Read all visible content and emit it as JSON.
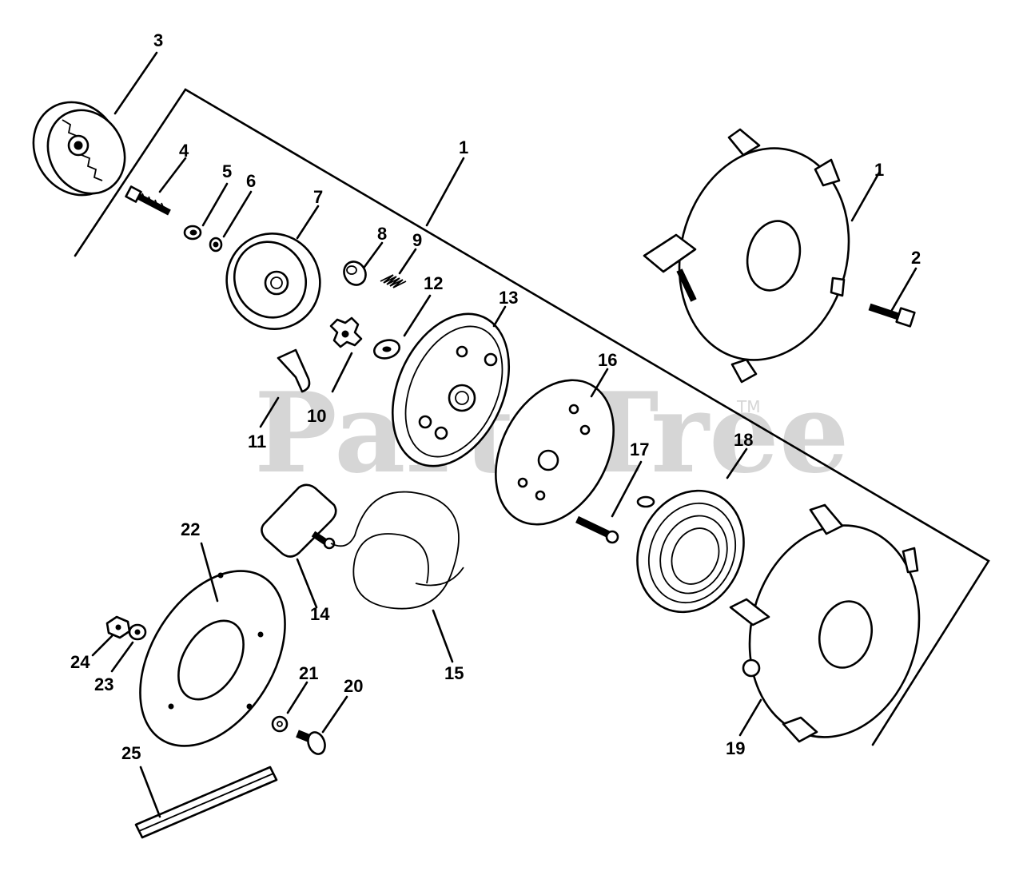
{
  "watermark": {
    "text": "PartsTree",
    "trademark": "TM"
  },
  "callouts": [
    "1",
    "1",
    "2",
    "3",
    "4",
    "5",
    "6",
    "7",
    "8",
    "9",
    "10",
    "11",
    "12",
    "13",
    "14",
    "15",
    "16",
    "17",
    "18",
    "19",
    "20",
    "21",
    "22",
    "23",
    "24",
    "25"
  ],
  "colors": {
    "ink": "#000000",
    "watermark": "#d6d6d6",
    "background": "#ffffff"
  }
}
